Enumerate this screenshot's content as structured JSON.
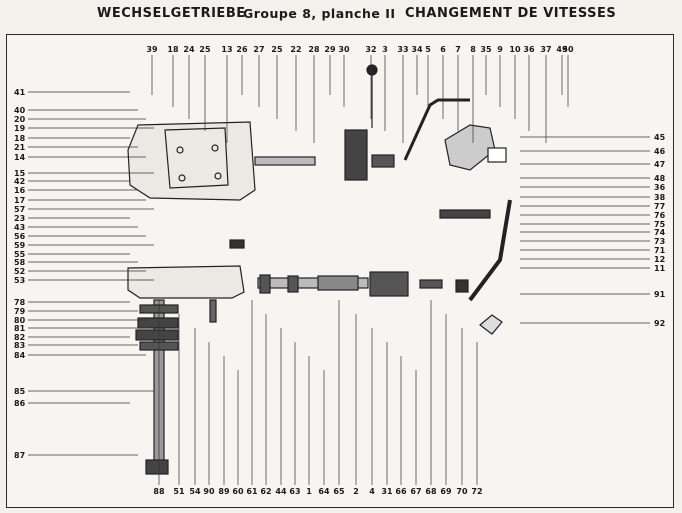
{
  "header": {
    "title_de": "WECHSELGETRIEBE",
    "title_mid": "Groupe 8, planche II",
    "title_fr": "CHANGEMENT DE VITESSES"
  },
  "labels": {
    "top": [
      "39",
      "18",
      "24",
      "25",
      "13",
      "26",
      "27",
      "25",
      "22",
      "28",
      "29",
      "30",
      "32",
      "3",
      "33",
      "34",
      "5",
      "6",
      "7",
      "8",
      "35",
      "9",
      "10",
      "36",
      "37",
      "49",
      "50"
    ],
    "left": [
      "41",
      "40",
      "20",
      "19",
      "18",
      "21",
      "14",
      "15",
      "42",
      "16",
      "17",
      "57",
      "23",
      "43",
      "56",
      "59",
      "55",
      "58",
      "52",
      "53",
      "78",
      "79",
      "80",
      "81",
      "82",
      "83",
      "84",
      "85",
      "86",
      "87"
    ],
    "right": [
      "45",
      "46",
      "47",
      "48",
      "36",
      "38",
      "77",
      "76",
      "75",
      "74",
      "73",
      "71",
      "12",
      "11",
      "91",
      "92"
    ],
    "bottom": [
      "88",
      "51",
      "54",
      "90",
      "89",
      "60",
      "61",
      "62",
      "44",
      "63",
      "1",
      "64",
      "65",
      "2",
      "4",
      "31",
      "66",
      "67",
      "68",
      "69",
      "70",
      "72"
    ]
  }
}
